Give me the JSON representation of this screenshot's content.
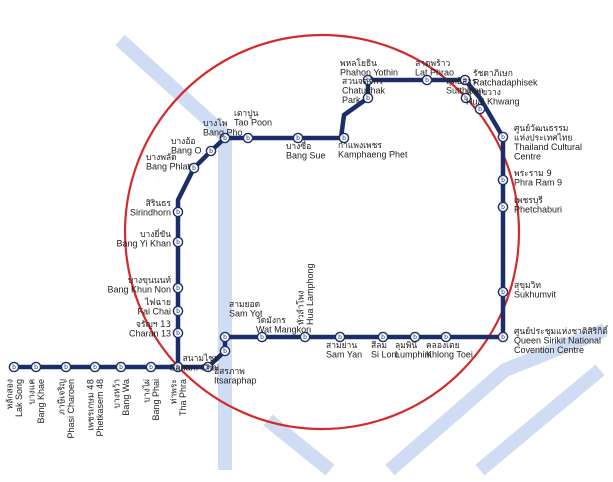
{
  "map": {
    "line_color": "#1b2d6b",
    "ring_color": "#d32a2a",
    "watermark_color": "#cfdcf3",
    "station_glyph": "ⓑ",
    "stations": [
      {
        "id": "lak-song",
        "th": "หลักสอง",
        "en": "Lak Song"
      },
      {
        "id": "bang-khae",
        "th": "บางแค",
        "en": "Bang Khae"
      },
      {
        "id": "phasi-charoen",
        "th": "ภาษีเจริญ",
        "en": "Phasi Charoen"
      },
      {
        "id": "phetkasem-48",
        "th": "เพชรเกษม 48",
        "en": "Phetkasem 48"
      },
      {
        "id": "bang-wa",
        "th": "บางหว้า",
        "en": "Bang Wa"
      },
      {
        "id": "bang-phai",
        "th": "บางไผ่",
        "en": "Bang Phai"
      },
      {
        "id": "tha-phra",
        "th": "ท่าพระ",
        "en": "Tha Phra"
      },
      {
        "id": "itsaraphap",
        "th": "อิสรภาพ",
        "en": "Itsaraphap"
      },
      {
        "id": "sanam-chai",
        "th": "สนามไชย",
        "en": "Sanam Chai"
      },
      {
        "id": "sam-yot",
        "th": "สามยอด",
        "en": "Sam Yot"
      },
      {
        "id": "wat-mangkon",
        "th": "วัดมังกร",
        "en": "Wat Mangkon"
      },
      {
        "id": "hua-lamphong",
        "th": "หัวลำโพง",
        "en": "Hua Lamphong"
      },
      {
        "id": "sam-yan",
        "th": "สามย่าน",
        "en": "Sam Yan"
      },
      {
        "id": "si-lom",
        "th": "สีลม",
        "en": "Si Lom"
      },
      {
        "id": "lumphini",
        "th": "ลุมพินี",
        "en": "Lumphini"
      },
      {
        "id": "khlong-toei",
        "th": "คลองเตย",
        "en": "Khlong Toei"
      },
      {
        "id": "qsncc",
        "th": "ศูนย์ประชุมแห่งชาติสิริกิติ์",
        "en1": "Queen Sirikit National",
        "en2": "Covention Centre"
      },
      {
        "id": "sukhumvit",
        "th": "สุขุมวิท",
        "en": "Sukhumvit"
      },
      {
        "id": "phetchaburi",
        "th": "เพชรบุรี",
        "en": "Phetchaburi"
      },
      {
        "id": "phra-ram-9",
        "th": "พระราม 9",
        "en": "Phra Ram 9"
      },
      {
        "id": "thailand-cultural-centre",
        "th1": "ศูนย์วัฒนธรรม",
        "th2": "แห่งประเทศไทย",
        "en1": "Thailand Cultural",
        "en2": "Centre"
      },
      {
        "id": "huai-khwang",
        "th": "ห้วยขวาง",
        "en": "Huai Khwang"
      },
      {
        "id": "sutthisan",
        "th": "สุทธิสาร",
        "en": "Sutthisan"
      },
      {
        "id": "ratchadaphisek",
        "th": "รัชดาภิเษก",
        "en": "Ratchadaphisek"
      },
      {
        "id": "lat-phrao",
        "th": "ลาดพร้าว",
        "en": "Lat Phrao"
      },
      {
        "id": "phahon-yothin",
        "th": "พหลโยธิน",
        "en": "Phahon Yothin"
      },
      {
        "id": "chatuchak-park",
        "th": "สวนจตุจักร",
        "en1": "Chatuchak",
        "en2": "Park"
      },
      {
        "id": "kamphaeng-phet",
        "th": "กำแพงเพชร",
        "en": "Kamphaeng Phet"
      },
      {
        "id": "bang-sue",
        "th": "บางซื่อ",
        "en": "Bang Sue"
      },
      {
        "id": "tao-poon",
        "th": "เตาปูน",
        "en": "Tao Poon"
      },
      {
        "id": "bang-pho",
        "th": "บางโพ",
        "en": "Bang Pho"
      },
      {
        "id": "bang-o",
        "th": "บางอ้อ",
        "en": "Bang O"
      },
      {
        "id": "bang-phlat",
        "th": "บางพลัด",
        "en": "Bang Phlat"
      },
      {
        "id": "sirindhorn",
        "th": "สิรินธร",
        "en": "Sirindhorn"
      },
      {
        "id": "bang-yi-khan",
        "th": "บางยี่ขัน",
        "en": "Bang Yi Khan"
      },
      {
        "id": "bang-khun-non",
        "th": "บางขุนนนท์",
        "en": "Bang Khun Non"
      },
      {
        "id": "fai-chai",
        "th": "ไฟฉาย",
        "en": "Fai Chai"
      },
      {
        "id": "charan-13",
        "th": "จรัญฯ 13",
        "en": "Charan 13"
      }
    ]
  }
}
